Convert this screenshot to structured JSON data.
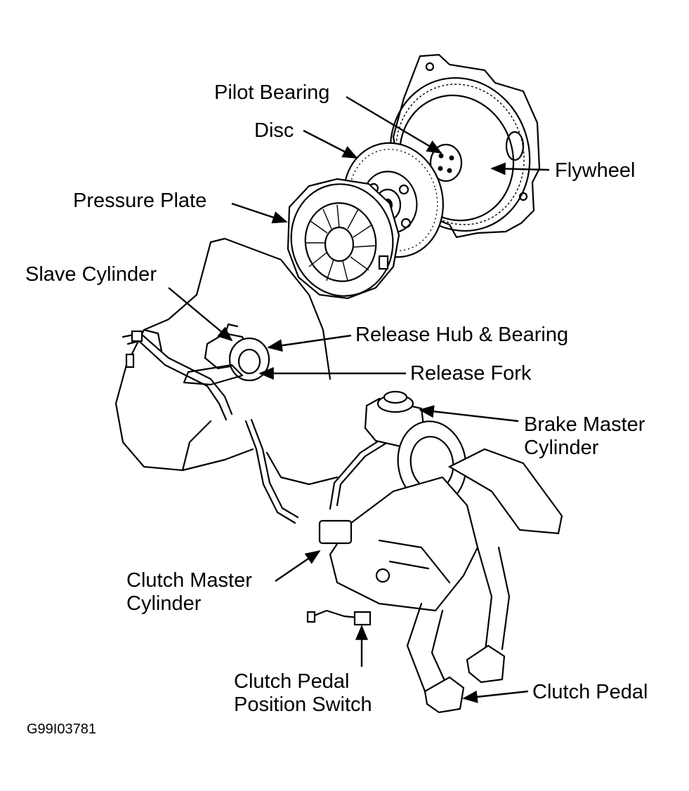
{
  "labels": {
    "pilot_bearing": "Pilot Bearing",
    "disc": "Disc",
    "flywheel": "Flywheel",
    "pressure_plate": "Pressure Plate",
    "slave_cylinder": "Slave Cylinder",
    "release_hub_bearing": "Release Hub & Bearing",
    "release_fork": "Release Fork",
    "brake_master_cylinder": [
      "Brake Master",
      "Cylinder"
    ],
    "clutch_master_cylinder": [
      "Clutch Master",
      "Cylinder"
    ],
    "clutch_pedal_position_switch": [
      "Clutch Pedal",
      "Position Switch"
    ],
    "clutch_pedal": "Clutch Pedal"
  },
  "figure_code": "G99I03781"
}
